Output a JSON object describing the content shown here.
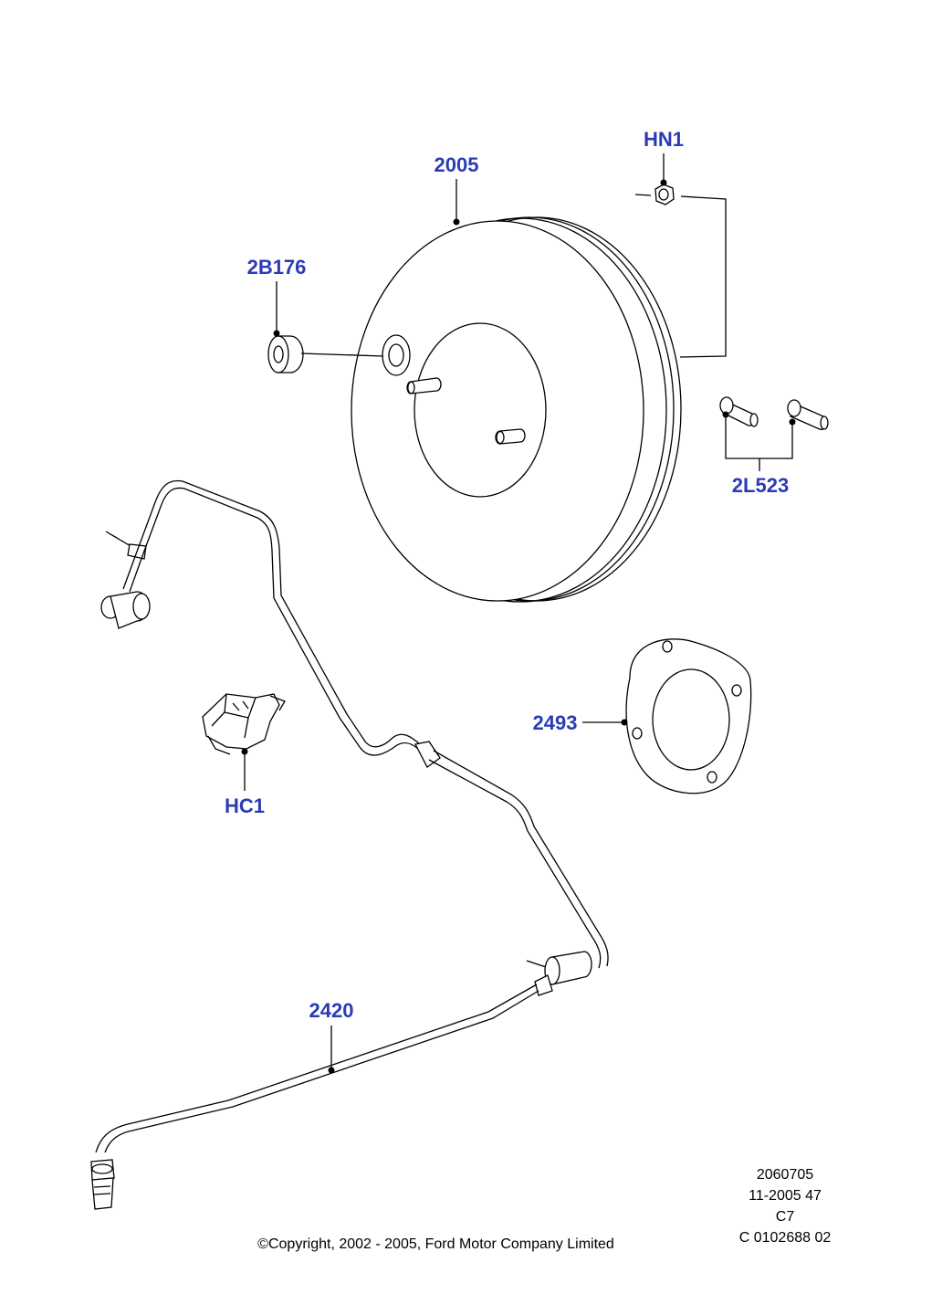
{
  "colors": {
    "label": "#2b3bb8",
    "line": "#000000",
    "background": "#ffffff"
  },
  "parts": [
    {
      "id": "2005",
      "label": "2005"
    },
    {
      "id": "HN1",
      "label": "HN1"
    },
    {
      "id": "2B176",
      "label": "2B176"
    },
    {
      "id": "2L523",
      "label": "2L523"
    },
    {
      "id": "2493",
      "label": "2493"
    },
    {
      "id": "HC1",
      "label": "HC1"
    },
    {
      "id": "2420",
      "label": "2420"
    }
  ],
  "reference": {
    "line1": "2060705",
    "line2": "11-2005 47",
    "line3": "C7",
    "line4": "C 0102688 02"
  },
  "copyright": "©Copyright, 2002 - 2005, Ford Motor Company Limited"
}
